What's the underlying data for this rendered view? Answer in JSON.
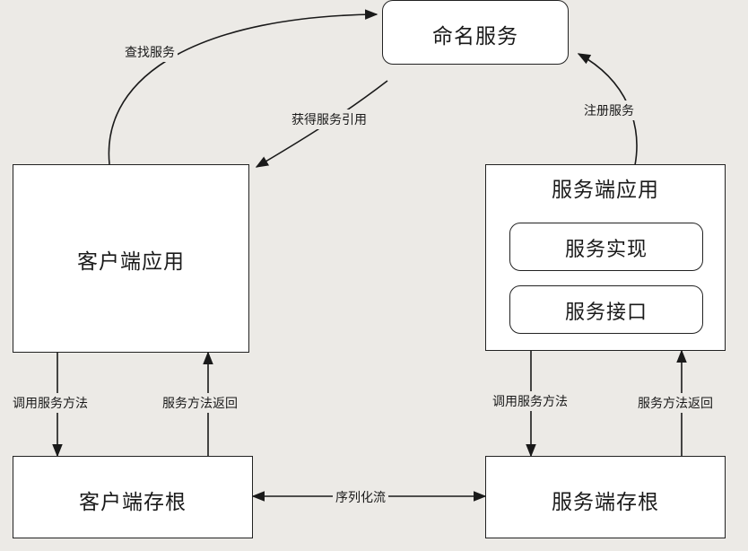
{
  "nodes": {
    "naming_service": "命名服务",
    "client_app": "客户端应用",
    "server_app": "服务端应用",
    "service_impl": "服务实现",
    "service_interface": "服务接口",
    "client_stub": "客户端存根",
    "server_stub": "服务端存根"
  },
  "edges": {
    "find_service": "查找服务",
    "get_service_ref": "获得服务引用",
    "register_service": "注册服务",
    "client_call_method": "调用服务方法",
    "client_method_return": "服务方法返回",
    "server_call_method": "调用服务方法",
    "server_method_return": "服务方法返回",
    "serialize_stream": "序列化流"
  }
}
